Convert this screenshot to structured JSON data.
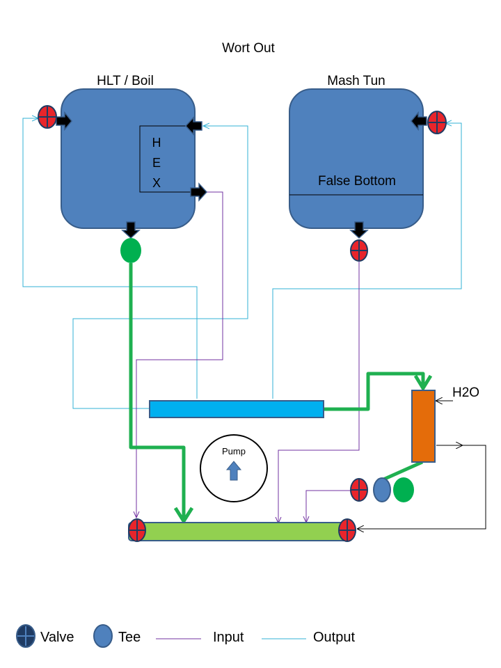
{
  "title": "Wort Out",
  "vessels": {
    "hlt": {
      "label": "HLT / Boil",
      "hex_letters": [
        "H",
        "E",
        "X"
      ]
    },
    "mash_tun": {
      "label": "Mash Tun",
      "false_bottom": "False Bottom"
    }
  },
  "pump": {
    "label": "Pump"
  },
  "chiller": {
    "water_in_label": "H2O"
  },
  "legend": {
    "valve": "Valve",
    "tee": "Tee",
    "input": "Input",
    "output": "Output"
  },
  "colors": {
    "vessel_fill": "#4f81bd",
    "vessel_stroke": "#385d8a",
    "wort_line": "#1fb050",
    "valve_red": "#e8252b",
    "hex_bar": "#00b0f0",
    "chiller": "#e46c0a",
    "manifold": "#92d050",
    "input_line": "#7030a0",
    "output_line": "#31b0d5",
    "tee_green": "#00b050"
  }
}
